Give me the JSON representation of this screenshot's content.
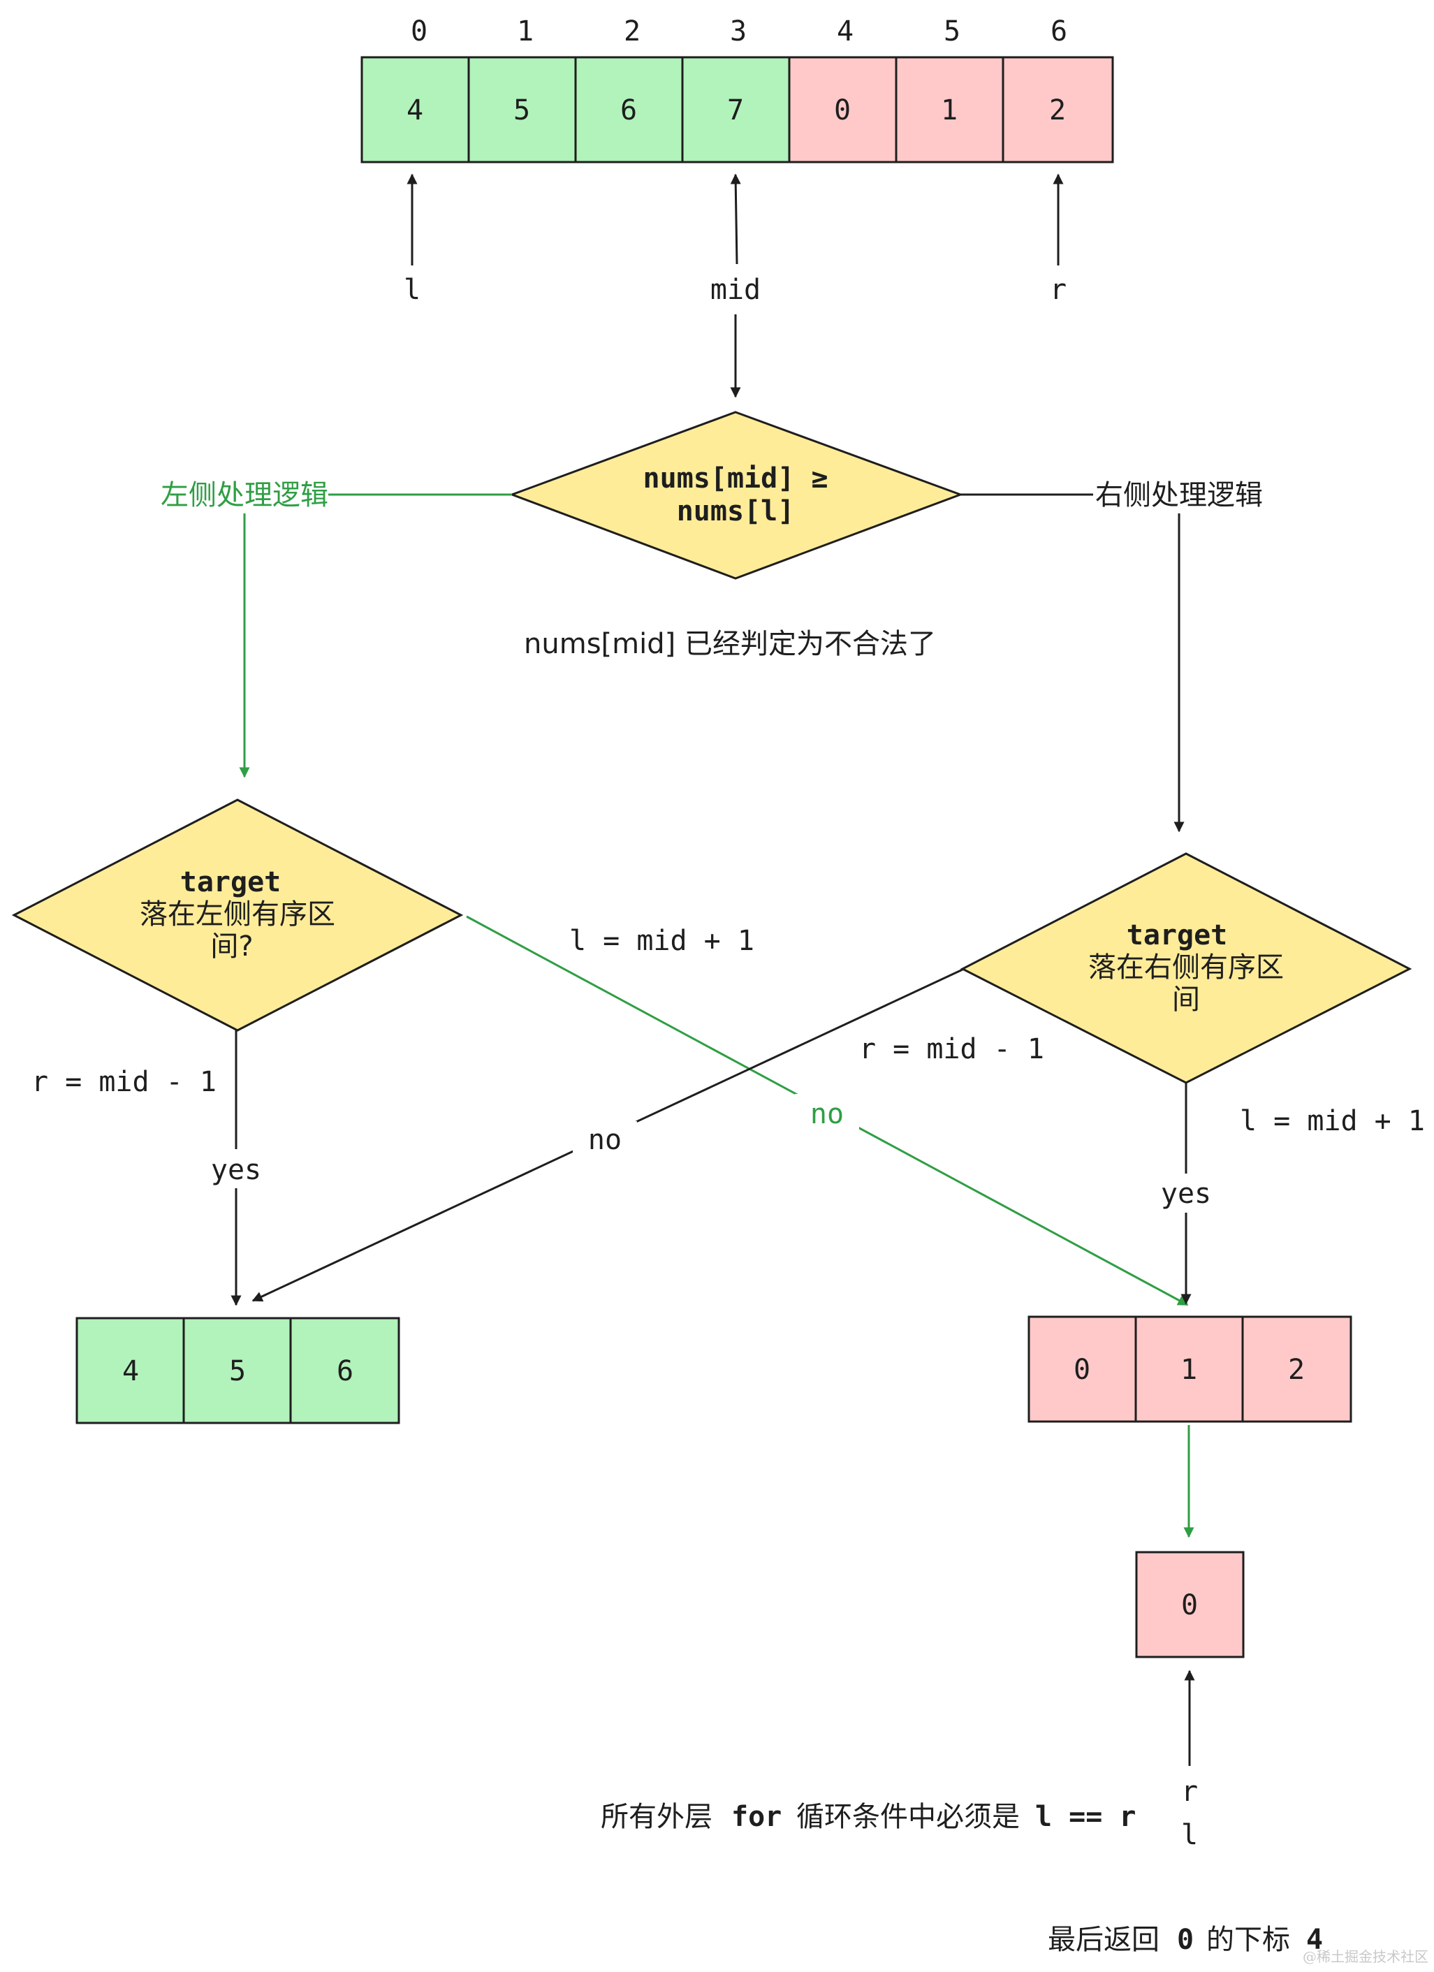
{
  "colors": {
    "cell_green": "#b2f2bb",
    "cell_red": "#ffc9c9",
    "decision_fill": "#ffec99",
    "stroke": "#1e1e1e",
    "green_arrow": "#2f9e44"
  },
  "top_array": {
    "indices": [
      "0",
      "1",
      "2",
      "3",
      "4",
      "5",
      "6"
    ],
    "values": [
      "4",
      "5",
      "6",
      "7",
      "0",
      "1",
      "2"
    ],
    "pointers": {
      "l": "l",
      "mid": "mid",
      "r": "r"
    }
  },
  "main_decision": {
    "line1": "nums[mid] ≥",
    "line2": "nums[l]"
  },
  "branches": {
    "left_label": "左侧处理逻辑",
    "right_label": "右侧处理逻辑"
  },
  "note_mid": "nums[mid] 已经判定为不合法了",
  "left_decision": {
    "line1": "target",
    "line2": "落在左侧有序区",
    "line3": "间?"
  },
  "right_decision": {
    "line1": "target",
    "line2": "落在右侧有序区",
    "line3": "间"
  },
  "edge_labels": {
    "left_no_update": "l = mid + 1",
    "left_yes_update": "r = mid - 1",
    "left_yes": "yes",
    "left_no": "no",
    "right_no_update": "r = mid - 1",
    "right_yes_update": "l = mid + 1",
    "right_yes": "yes",
    "right_no": "no"
  },
  "left_result": [
    "4",
    "5",
    "6"
  ],
  "right_result": [
    "0",
    "1",
    "2"
  ],
  "final_cell": "0",
  "final_pointers": {
    "r": "r",
    "l": "l"
  },
  "loop_note": {
    "prefix": "所有外层",
    "kw": "for",
    "mid": "循环条件中必须是",
    "cond": "l == r"
  },
  "result_note": {
    "prefix": "最后返回",
    "value": "0",
    "mid": "的下标",
    "index": "4"
  },
  "watermark": "@稀土掘金技术社区"
}
